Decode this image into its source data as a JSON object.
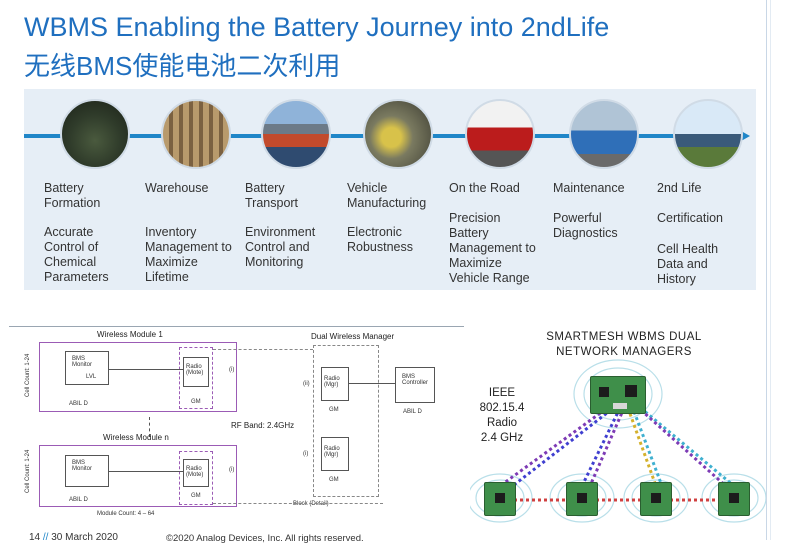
{
  "header": {
    "title": "WBMS Enabling the Battery Journey into 2ndLife",
    "subtitle": "无线BMS使能电池二次利用"
  },
  "journey": {
    "stages": [
      {
        "label": "Battery Formation",
        "desc": "Accurate Control of Chemical Parameters",
        "icon": "battery-cells-photo"
      },
      {
        "label": "Warehouse",
        "desc": "Inventory Management to Maximize Lifetime",
        "icon": "warehouse-photo"
      },
      {
        "label": "Battery Transport",
        "desc": "Environment Control and Monitoring",
        "icon": "container-ship-photo"
      },
      {
        "label": "Vehicle Manufacturing",
        "desc": "Electronic Robustness",
        "icon": "assembly-robots-photo"
      },
      {
        "label": "On the Road",
        "desc": "Precision Battery Management to Maximize Vehicle Range",
        "icon": "red-car-photo"
      },
      {
        "label": "Maintenance",
        "desc": "Powerful Diagnostics",
        "icon": "mechanic-photo"
      },
      {
        "label": "2nd Life",
        "desc1": "Certification",
        "desc2": "Cell Health Data and History",
        "icon": "wind-turbines-photo"
      }
    ],
    "accent": "#1f86c8"
  },
  "diagram": {
    "module1": "Wireless Module 1",
    "module_n": "Wireless Module n",
    "manager": "Dual Wireless Manager",
    "rf_band": "RF Band: 2.4GHz",
    "bms_monitor": "BMS Monitor",
    "bms_controller": "BMS Controller",
    "radio_mote": "Radio (Mote)",
    "radio_mgr": "Radio (Mgr)",
    "module_count": "Module Count: 4 – 64",
    "cell_count": "Cell Count: 1-24",
    "block": "Block (Detail)",
    "gm": "GM",
    "abil": "ABIL D",
    "lvl": "LVL",
    "i_label": "(i)",
    "ii_label": "(ii)"
  },
  "network": {
    "title": "SMARTMESH WBMS DUAL NETWORK MANAGERS",
    "ieee_line1": "IEEE 802.15.4",
    "ieee_line2": "Radio",
    "ieee_line3": "2.4 GHz"
  },
  "footer": {
    "page": "14",
    "separator": "//",
    "date": "30 March 2020",
    "copyright": "©2020 Analog Devices, Inc. All rights reserved."
  }
}
